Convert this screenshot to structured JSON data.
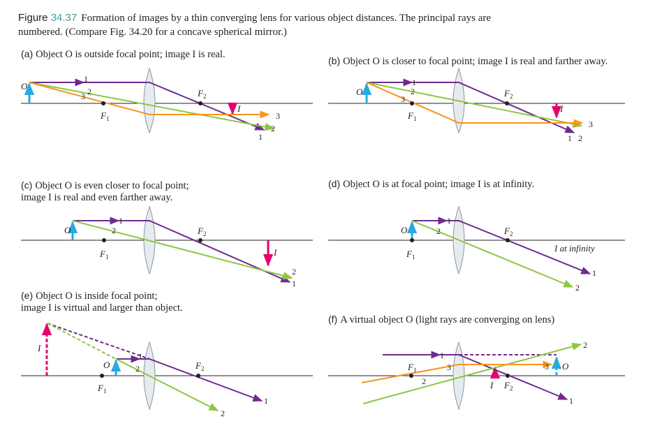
{
  "caption": {
    "fig_word": "Figure ",
    "fig_number": "34.37",
    "line1": "Formation of images by a thin converging lens for various object distances. The principal rays are",
    "line2": "numbered. (Compare Fig. 34.20 for a concave spherical mirror.)"
  },
  "panels": {
    "a": {
      "letter": "(a)",
      "text": "Object O is outside focal point; image I is real."
    },
    "b": {
      "letter": "(b)",
      "text": "Object O is closer to focal point; image I is real and farther away."
    },
    "c": {
      "letter": "(c)",
      "line1": "Object O is even closer to focal point;",
      "line2": "image I is real and even farther away."
    },
    "d": {
      "letter": "(d)",
      "text": "Object O is at focal point; image I is at infinity."
    },
    "e": {
      "letter": "(e)",
      "line1": "Object O is inside focal point;",
      "line2": "image I is virtual and larger than object."
    },
    "f": {
      "letter": "(f)",
      "text": "A virtual object O (light rays are converging on lens)"
    }
  },
  "labels": {
    "object": "O",
    "image": "I",
    "focal": "F",
    "sub1": "1",
    "sub2": "2",
    "image_at_infinity": "I at infinity",
    "ray1": "1",
    "ray2": "2",
    "ray3": "3"
  },
  "colors": {
    "ray1": "#6f2a8f",
    "ray2": "#8dc63f",
    "ray3": "#f7941d",
    "object": "#27a9e1",
    "image": "#e5006d",
    "lens": "#e6ebef",
    "caption_number": "#3aa0a0"
  }
}
